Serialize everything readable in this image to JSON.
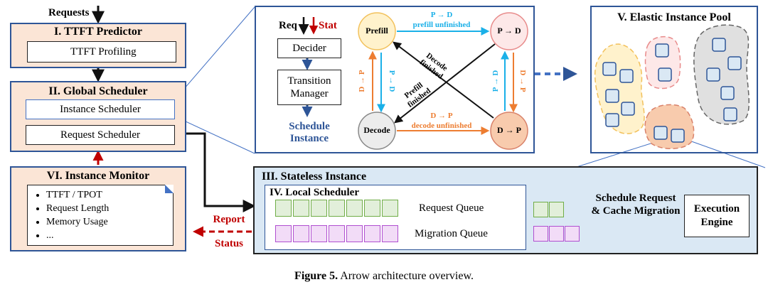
{
  "requests_label": "Requests",
  "ttft_predictor": {
    "title": "I. TTFT Predictor",
    "item": "TTFT Profiling"
  },
  "global_scheduler": {
    "title": "II. Global Scheduler",
    "instance_scheduler": "Instance Scheduler",
    "request_scheduler": "Request Scheduler"
  },
  "instance_monitor": {
    "title": "VI. Instance Monitor",
    "items": [
      "TTFT / TPOT",
      "Request Length",
      "Memory Usage",
      "..."
    ]
  },
  "report_status": [
    "Report",
    "Status"
  ],
  "zoom": {
    "req": "Req",
    "stat": "Stat",
    "decider": "Decider",
    "transition_manager": [
      "Transition",
      "Manager"
    ],
    "schedule_instance": [
      "Schedule",
      "Instance"
    ],
    "states": {
      "prefill": "Prefill",
      "p2d": "P → D",
      "decode": "Decode",
      "d2p": "D → P"
    },
    "edge_prefill_unfinished": [
      "P → D",
      "prefill unfinished"
    ],
    "edge_decode_unfinished": [
      "D → P",
      "decode unfinished"
    ],
    "edge_decode_finished": [
      "Decode",
      "finished"
    ],
    "edge_prefill_finished": [
      "Prefill",
      "finished"
    ],
    "edge_d2p_left": "D → P",
    "edge_p2d_left": "P → D",
    "edge_p2d_right": "P → D",
    "edge_d2p_right": "D → P"
  },
  "elastic_pool": {
    "title": "V. Elastic Instance Pool"
  },
  "stateless_instance": {
    "title": "III. Stateless Instance",
    "local_scheduler": "IV. Local Scheduler",
    "request_queue": "Request Queue",
    "migration_queue": "Migration Queue",
    "schedule_label": [
      "Schedule Request",
      "& Cache Migration"
    ],
    "execution_engine": [
      "Execution",
      "Engine"
    ]
  },
  "caption": {
    "label": "Figure 5.",
    "text": " Arrow architecture overview."
  },
  "colors": {
    "panel_fill": "#fbe5d6",
    "stateless_fill": "#dae8f4",
    "accent_blue": "#2e5597",
    "prefill_fill": "#fff2cc",
    "prefill_stroke": "#f2c15c",
    "p2d_fill": "#fde8e8",
    "p2d_stroke": "#e88b8b",
    "d2p_fill": "#f8cbad",
    "decode_fill": "#ececec",
    "queue_green": "#e2efda",
    "queue_green_stroke": "#70ad47",
    "queue_purple": "#f2dcf7",
    "queue_purple_stroke": "#b04fd0",
    "cyan": "#1ab0e8",
    "orange": "#ed7d31",
    "dark_red": "#c00000"
  }
}
